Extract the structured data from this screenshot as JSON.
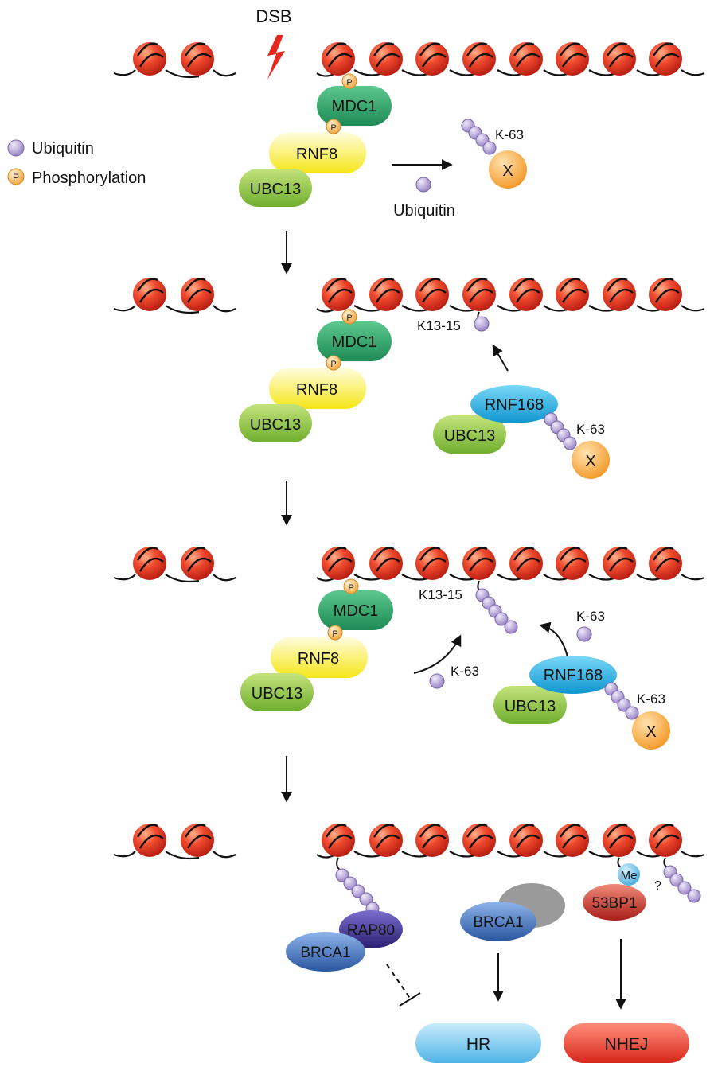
{
  "labels": {
    "dsb": "DSB",
    "ubiquitin": "Ubiquitin",
    "phosphorylation": "Phosphorylation",
    "p": "P",
    "me": "Me",
    "mdc1": "MDC1",
    "rnf8": "RNF8",
    "ubc13": "UBC13",
    "rnf168": "RNF168",
    "x": "X",
    "k63": "K-63",
    "k1315": "K13-15",
    "rap80": "RAP80",
    "brca1": "BRCA1",
    "bp53": "53BP1",
    "question": "?",
    "hr": "HR",
    "nhej": "NHEJ"
  },
  "colors": {
    "nucleosome": "#e8402a",
    "mdc1": "#2aa268",
    "rnf8": "#fff22a",
    "ubc13": "#8cc63f",
    "rnf168": "#1ab0e6",
    "ubiquitin": "#b8a6d8",
    "phospho": "#f7c56b",
    "x": "#f9b24e",
    "rap80": "#3a2f8a",
    "brca1": "#3d6fb8",
    "bp53": "#c8302a",
    "hr": "#7cc8ec",
    "nhej": "#e53a2a"
  }
}
